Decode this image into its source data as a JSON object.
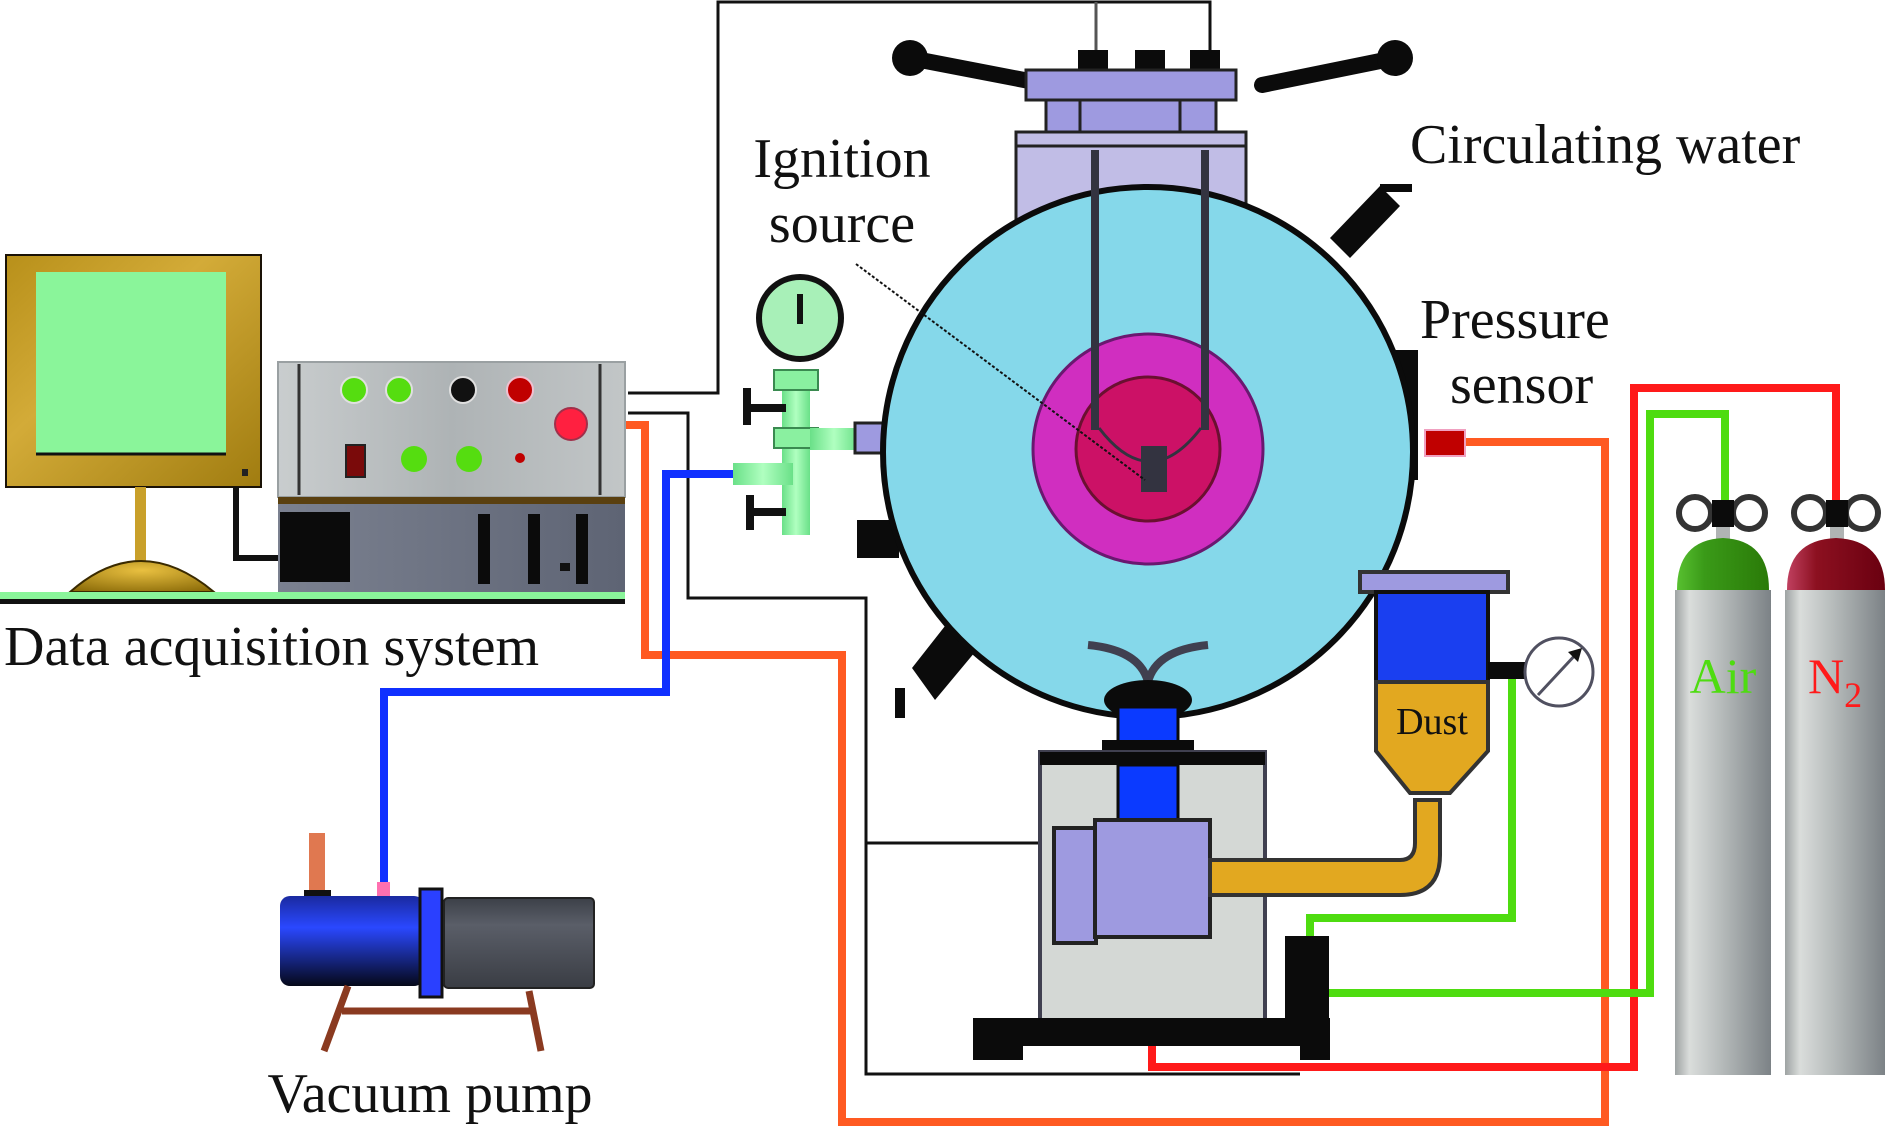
{
  "diagram": {
    "title": "Dust explosion test apparatus schematic",
    "labels": {
      "ignition_line1": "Ignition",
      "ignition_line2": "source",
      "circulating_water": "Circulating water",
      "pressure_line1": "Pressure",
      "pressure_line2": "sensor",
      "daq": "Data acquisition system",
      "vacuum_pump": "Vacuum pump",
      "dust": "Dust",
      "air": "Air",
      "n2_base": "N",
      "n2_sub": "2"
    },
    "components": [
      "computer-monitor",
      "data-acquisition-unit",
      "vacuum-pump",
      "vacuum-gauge",
      "explosion-chamber",
      "ignition-source",
      "pressure-sensor",
      "circulating-water-port",
      "dust-container",
      "pressure-gauge",
      "dispersion-valve",
      "solenoid-valve",
      "air-cylinder",
      "n2-cylinder"
    ],
    "colors": {
      "chamber": "#85d8ea",
      "outer_ring": "#d02ec0",
      "inner_core": "#cc1166",
      "lid": "#9e9ae0",
      "lid_light": "#c1bde6",
      "dust": "#e2a820",
      "dust_top": "#1a3ff0",
      "monitor_frame": "#c9a02a",
      "monitor_screen": "#8af59a",
      "daq_body": "#b5babc",
      "daq_lower": "#6a7080",
      "air_cap": "#3a9a18",
      "n2_cap": "#8c1020",
      "cylinder_body": "#b9bdbd",
      "pipe_orange": "#ff5a22",
      "pipe_red": "#ff1a1a",
      "pipe_green": "#4edc10",
      "pipe_blue": "#1030ff",
      "wire_black": "#111111",
      "air_text": "#4edc10",
      "n2_text": "#ff1a1a"
    }
  }
}
